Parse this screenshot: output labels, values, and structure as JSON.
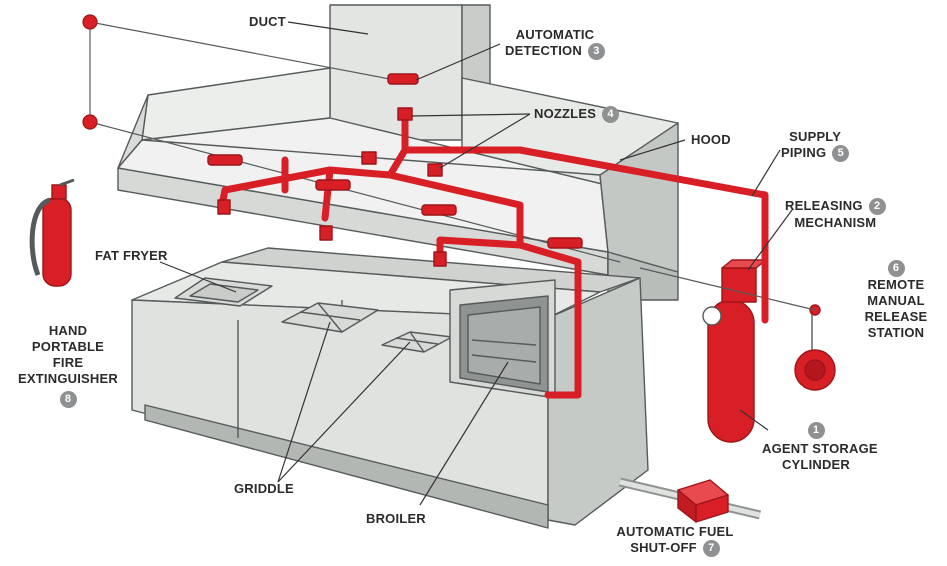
{
  "labels": {
    "duct": "DUCT",
    "automatic_detection": {
      "line1": "AUTOMATIC",
      "line2": "DETECTION",
      "num": "3"
    },
    "nozzles": {
      "text": "NOZZLES",
      "num": "4"
    },
    "hood": "HOOD",
    "supply_piping": {
      "line1": "SUPPLY",
      "line2": "PIPING",
      "num": "5"
    },
    "releasing_mechanism": {
      "line1": "RELEASING",
      "line2": "MECHANISM",
      "num": "2"
    },
    "remote_manual_release": {
      "num": "6",
      "line1": "REMOTE",
      "line2": "MANUAL",
      "line3": "RELEASE",
      "line4": "STATION"
    },
    "fat_fryer": "FAT FRYER",
    "hand_portable": {
      "line1": "HAND",
      "line2": "PORTABLE",
      "line3": "FIRE",
      "line4": "EXTINGUISHER",
      "num": "8"
    },
    "agent_storage": {
      "num": "1",
      "line1": "AGENT STORAGE",
      "line2": "CYLINDER"
    },
    "griddle": "GRIDDLE",
    "broiler": "BROILER",
    "fuel_shutoff": {
      "line1": "AUTOMATIC FUEL",
      "line2": "SHUT-OFF",
      "num": "7"
    }
  },
  "colors": {
    "red": "#d81f26",
    "dark_red": "#9e1419",
    "steel_light": "#e6e8e6",
    "steel_mid": "#d3d6d3",
    "steel_dark": "#b7bbb8",
    "outline": "#555a5a",
    "badge": "#8f9091"
  }
}
